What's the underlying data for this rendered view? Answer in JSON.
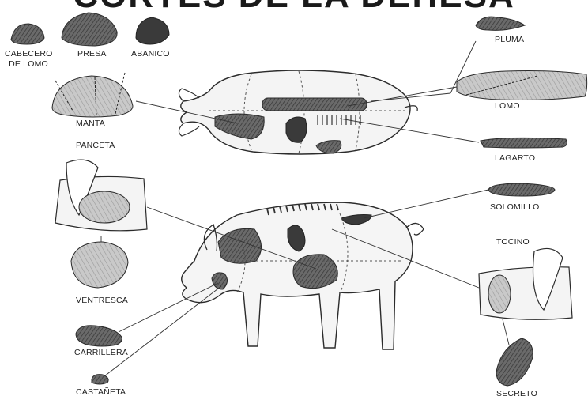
{
  "title": "CORTES DE LA DEHESA",
  "labels": {
    "cabecero_line1": "CABECERO",
    "cabecero_line2": "DE LOMO",
    "presa": "PRESA",
    "abanico": "ABANICO",
    "manta": "MANTA",
    "panceta": "PANCETA",
    "ventresca": "VENTRESCA",
    "carrillera": "CARRILLERA",
    "castaneta": "CASTAÑETA",
    "pluma": "PLUMA",
    "lomo": "LOMO",
    "lagarto": "LAGARTO",
    "solomillo": "SOLOMILLO",
    "tocino": "TOCINO",
    "secreto": "SECRETO"
  },
  "colors": {
    "ink": "#2b2b2b",
    "meat_dark": "#4a4a4a",
    "meat_mid": "#8a8a8a",
    "fat": "#eeeeee"
  }
}
